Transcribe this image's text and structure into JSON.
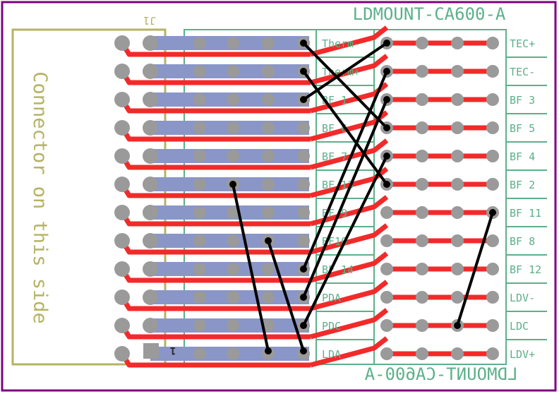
{
  "board": {
    "title_top": "LDMOUNT-CA600-A",
    "title_bottom_mirrored": "LDMOUNT-CA600-A",
    "connector_ref": "J1",
    "connector_note": "Connector on this side",
    "pin1_marker": "1",
    "colors": {
      "outline": "#800080",
      "silkscreen": "#b5b365",
      "label_green": "#5cb08a",
      "trace_red": "#f22a2a",
      "trace_blue": "#8a96c8",
      "pad_gray": "#9a9a9a",
      "jumper": "#000000"
    }
  },
  "middle_labels": [
    "Therm-",
    "Therm+",
    "BF 1",
    "BF 6",
    "BF 7",
    "BF 13",
    "BF 9",
    "BF10",
    "BF 14",
    "PDA",
    "PDC",
    "LDA"
  ],
  "right_labels": [
    "TEC+",
    "TEC-",
    "BF 3",
    "BF 5",
    "BF 4",
    "BF 2",
    "BF 11",
    "BF 8",
    "BF 12",
    "LDV-",
    "LDC",
    "LDV+"
  ]
}
